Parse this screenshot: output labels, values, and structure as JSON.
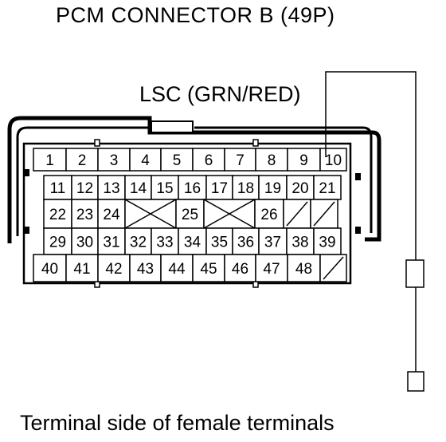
{
  "title": "PCM CONNECTOR B (49P)",
  "wire_label": "LSC (GRN/RED)",
  "caption": "Terminal side of female terminals",
  "rows": [
    [
      "1",
      "2",
      "3",
      "4",
      "5",
      "6",
      "7",
      "8",
      "9",
      "10"
    ],
    [
      "11",
      "12",
      "13",
      "14",
      "15",
      "16",
      "17",
      "18",
      "19",
      "20",
      "21"
    ],
    [
      "22",
      "23",
      "24",
      "",
      "25",
      "",
      "26",
      "",
      ""
    ],
    [
      "29",
      "30",
      "31",
      "32",
      "33",
      "34",
      "35",
      "36",
      "37",
      "38",
      "39"
    ],
    [
      "40",
      "41",
      "42",
      "43",
      "44",
      "45",
      "46",
      "47",
      "48",
      ""
    ]
  ],
  "highlighted_terminal": "10"
}
